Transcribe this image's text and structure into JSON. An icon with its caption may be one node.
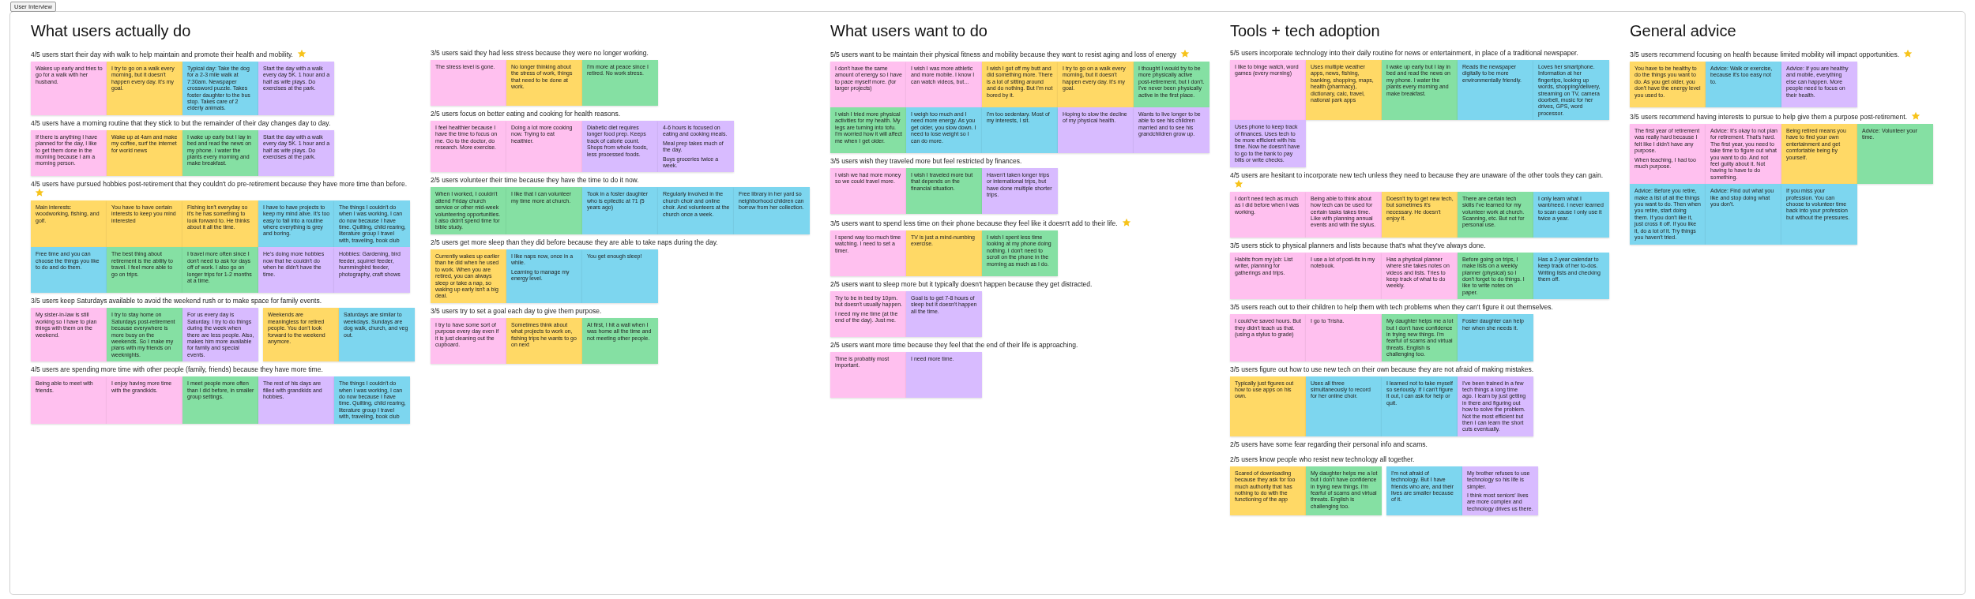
{
  "diagram": {
    "nodes": [
      {
        "text": [
          "User Interview"
        ]
      },
      {
        "text": [
          "Wakes up early and tries to go for a walk with her husband."
        ],
        "in": 0
      },
      {
        "text": [
          "I try to go on a walk every morning, but it doesn't happen every day. It's my goal."
        ],
        "in": 0
      },
      {
        "text": [
          "Typical day: Take the dog for a 2-3 mile walk at 7:30am. Newspaper crossword puzzle. Takes foster daughter to the bus stop. Takes care of 2 elderly animals."
        ],
        "in": 0
      },
      {
        "text": [
          "Start the day with a walk every day 5K. 1 hour and a half as wife plays. Do exercises at the park."
        ],
        "in": 0
      },
      {
        "text": [
          "If there is anything I have planned for the day, I like to get them done in the morning because I am a morning person."
        ],
        "in": 0
      },
      {
        "text": [
          "Wake up at 4am and make my coffee, surf the internet for world news"
        ],
        "in": 0
      },
      {
        "text": [
          "I wake up early but I lay in bed and read the news on my phone. I water the plants every morning and make breakfast."
        ],
        "in": 0
      },
      {
        "text": [
          "Start the day with a walk every day 5K. 1 hour and a half as wife plays. Do exercises at the park."
        ],
        "in": 0
      },
      {
        "text": [
          "Main interests: woodworking, fishing, and golf."
        ],
        "in": 0
      },
      {
        "text": [
          "You have to have certain interests to keep you mind interested"
        ],
        "in": 0
      },
      {
        "text": [
          "Fishing isn't everyday so it's he has something to look forward to. He thinks about it all the time."
        ],
        "in": 0
      },
      {
        "text": [
          "I have to have projects to keep my mind alive. It's too easy to fall into a routine where everything is grey and boring."
        ],
        "in": 0
      },
      {
        "text": [
          "The things I couldn't do when I was working, I can do now because I have time. Quilting, child rearing, literature group I travel with, traveling, book club"
        ],
        "in": 0
      },
      {
        "text": [
          "Free time and you can choose the things you like to do and do them."
        ],
        "in": 0
      },
      {
        "text": [
          "The best thing about retirement is the ability to travel. I feel more able to go on trips."
        ],
        "in": 0
      },
      {
        "text": [
          "I travel more often since I don't need to ask for days off of work. I also go on longer trips for 1-2 months at a time."
        ],
        "in": 0
      },
      {
        "text": [
          "He's doing more hobbies now that he couldn't do when he didn't have the time."
        ],
        "in": 0
      },
      {
        "text": [
          "Hobbies: Gardening, bird feeder, squirrel feeder, hummingbird feeder, photography, craft shows"
        ],
        "in": 0
      },
      {
        "text": [
          "My sister-in-law is still working so I have to plan things with them on the weekend."
        ],
        "in": 0
      },
      {
        "text": [
          "I try to stay home on Saturdays post-retirement because everywhere is more busy on the weekends. So I make my plans with my friends on weeknights."
        ],
        "in": 0
      },
      {
        "text": [
          "For us every day is Saturday. I try to do things during the week when there are less people. Also, makes him more available for family and special events."
        ],
        "in": 0
      },
      {
        "text": [
          "Weekends are meaningless for retired people. You don't look forward to the weekend anymore."
        ],
        "in": 0
      },
      {
        "text": [
          "Saturdays are similar to weekdays. Sundays are dog walk, church, and veg out."
        ],
        "in": 0
      },
      {
        "text": [
          "Being able to meet with friends."
        ],
        "in": 0
      },
      {
        "text": [
          "I enjoy having more time with the grandkids."
        ],
        "in": 0
      },
      {
        "text": [
          "I meet people more often than I did before, in smaller group settings."
        ],
        "in": 0
      },
      {
        "text": [
          "The rest of his days are filled with grandkids and hobbies."
        ],
        "in": 0
      },
      {
        "text": [
          "The things I couldn't do when I was working, I can do now because I have time. Quilting, child rearing, literature group I travel with, traveling, book club"
        ],
        "in": 0
      },
      {
        "text": [
          "The stress level is gone."
        ],
        "in": 0
      },
      {
        "text": [
          "No longer thinking about the stress of work, things that need to be done at work."
        ],
        "in": 0
      },
      {
        "text": [
          "I'm more at peace since I retired. No work stress."
        ],
        "in": 0
      },
      {
        "text": [
          "I feel healthier because I have the time to focus on me. Go to the doctor, do research. More exercise."
        ],
        "in": 0
      },
      {
        "text": [
          "Doing a lot more cooking now. Trying to eat healthier."
        ],
        "in": 0
      },
      {
        "text": [
          "Diabetic diet requires longer food prep. Keeps track of calorie count. Shops from whole foods, less processed foods."
        ],
        "in": 0
      },
      {
        "text": [
          "4-6 hours is focused on eating and cooking meals.",
          "Meal prep takes much of the day.",
          "Buys groceries twice a week."
        ],
        "in": 0
      },
      {
        "text": [
          "When I worked, I couldn't attend Friday church service or other mid-week volunteering opportunities. I also didn't spend time for bible study."
        ],
        "in": 0
      },
      {
        "text": [
          "I like that I can volunteer my time more at church."
        ],
        "in": 0
      },
      {
        "text": [
          "Took in a foster daughter who is epilectic at 71 (5 years ago)"
        ],
        "in": 0
      },
      {
        "text": [
          "Regularly involved in the church choir and online choir. And volunteers at the church once a week."
        ],
        "in": 0
      },
      {
        "text": [
          "Free library in her yard so neighborhood children can borrow from her collection."
        ],
        "in": 0
      },
      {
        "text": [
          "Currently wakes up earlier than he did when he used to work. When you are retired, you can always sleep or take a nap, so waking up early isn't a big deal."
        ],
        "in": 0
      },
      {
        "text": [
          "I like naps now, once in a while.",
          "Learning to manage my energy level."
        ],
        "in": 0
      },
      {
        "text": [
          "You get enough sleep!"
        ],
        "in": 0
      },
      {
        "text": [
          "I try to have some sort of purpose every day even if it is just cleaning out the cupboard."
        ],
        "in": 0
      },
      {
        "text": [
          "Sometimes think about what projects to work on, fishing trips he wants to go on next"
        ],
        "in": 0
      },
      {
        "text": [
          "At first, I hit a wall when I was home all the time and not meeting other people."
        ],
        "in": 0
      },
      {
        "text": [
          "I don't have the same amount of energy so I have to pace myself more. (for larger projects)"
        ],
        "in": 0
      },
      {
        "text": [
          "I wish I was more athletic and more mobile. I know I can watch videos, but..."
        ],
        "in": 0
      },
      {
        "text": [
          "I wish I got off my butt and did something more. There is a lot of sitting around and do nothing. But I'm not bored by it."
        ],
        "in": 0
      },
      {
        "text": [
          "I try to go on a walk every morning, but it doesn't happen every day. It's my goal."
        ],
        "in": 0
      },
      {
        "text": [
          "I thought I would try to be more physically active post-retirement, but I don't. I've never been physically active in the first place."
        ],
        "in": 0
      },
      {
        "text": [
          "I wish I tried more physical activities for my health. My legs are turning into tofu. I'm worried how it will affect me when I get older."
        ],
        "in": 0
      },
      {
        "text": [
          "I weigh too much and I need more energy. As you get older, you slow down. I need to lose weight so I can do more."
        ],
        "in": 0
      },
      {
        "text": [
          "I'm too sedentary. Most of my interests, I sit."
        ],
        "in": 0
      },
      {
        "text": [
          "Hoping to slow the decline of my physical health."
        ],
        "in": 0
      },
      {
        "text": [
          "Wants to live longer to be able to see his children married and to see his grandchildren grow up."
        ],
        "in": 0
      },
      {
        "text": [
          "I wish we had more money so we could travel more."
        ],
        "in": 0
      },
      {
        "text": [
          "I wish I traveled more but that depends on the financial situation."
        ],
        "in": 0
      },
      {
        "text": [
          "Haven't taken longer trips or international trips, but have done multiple shorter trips."
        ],
        "in": 0
      },
      {
        "text": [
          "I spend way too much time watching. I need to set a timer."
        ],
        "in": 0
      },
      {
        "text": [
          "TV is just a mind-numbing exercise."
        ],
        "in": 0
      },
      {
        "text": [
          "I wish I spent less time looking at my phone doing nothing. I don't need to scroll on the phone in the morning as much as I do."
        ],
        "in": 0
      },
      {
        "text": [
          "Try to be in bed by 10pm. but doesn't usually happen.",
          "I need my me time (at the end of the day). Just me."
        ],
        "in": 0
      },
      {
        "text": [
          "Goal is to get 7-8 hours of sleep but it doesn't happen all the time."
        ],
        "in": 0
      },
      {
        "text": [
          "Time is probably most important."
        ],
        "in": 0
      },
      {
        "text": [
          "I need more time."
        ],
        "in": 0
      },
      {
        "text": [
          "I like to binge watch, word games (every morning)"
        ],
        "in": 0
      },
      {
        "text": [
          "Uses multiple weather apps, news, fishing, banking, shopping, maps, health (pharmacy), dictionary, calc, travel, national park apps"
        ],
        "in": 0
      },
      {
        "text": [
          "I wake up early but I lay in bed and read the news on my phone. I water the plants every morning and make breakfast."
        ],
        "in": 0
      },
      {
        "text": [
          "Reads the newspaper digitally to be more environmentally friendly."
        ],
        "in": 0
      },
      {
        "text": [
          "Loves her smartphone. Information at her fingertips, looking up words, shopping/delivery, streaming on TV, camera doorbell, music for her drives, GPS, word processor."
        ],
        "in": 0
      },
      {
        "text": [
          "Uses phone to keep track of finances. Uses tech to be more efficient with his time. Now he doesn't have to go to the bank to pay bills or write checks."
        ],
        "in": 0
      },
      {
        "text": [
          "I don't need tech as much as I did before when I was working."
        ],
        "in": 0
      },
      {
        "text": [
          "Being able to think about how tech can be used for certain tasks takes time. Like with planning annual events and with the stylus."
        ],
        "in": 0
      },
      {
        "text": [
          "Doesn't try to get new tech, but sometimes it's necessary. He doesn't enjoy it."
        ],
        "in": 0
      },
      {
        "text": [
          "There are certain tech skills I've learned for my volunteer work at church. Scanning, etc. But not for personal use."
        ],
        "in": 0
      },
      {
        "text": [
          "I only learn what I want/need. I never learned to scan cause I only use it twice a year."
        ],
        "in": 0
      },
      {
        "text": [
          "Habits from my job: List writer, planning for gatherings and trips."
        ],
        "in": 0
      },
      {
        "text": [
          "I use a lot of post-its in my notebook."
        ],
        "in": 0
      },
      {
        "text": [
          "Has a physical planner where she takes notes on videos and lists. Tries to keep track of what to do weekly."
        ],
        "in": 0
      },
      {
        "text": [
          "Before going on trips, I make lists on a weekly planner (physical) so I don't forget to do things. I like to write notes on paper."
        ],
        "in": 0
      },
      {
        "text": [
          "Has a 2-year calendar to keep track of her to-dos. Writing lists and checking them off."
        ],
        "in": 0
      },
      {
        "text": [
          "I could've saved hours. But they didn't teach us that. (using a stylus to grade)"
        ],
        "in": 0
      },
      {
        "text": [
          "I go to Trisha."
        ],
        "in": 0
      },
      {
        "text": [
          "My daughter helps me a lot but I don't have confidence in trying new things. I'm fearful of scams and virtual threats. English is challenging too."
        ],
        "in": 0
      },
      {
        "text": [
          "Foster daughter can help her when she needs it."
        ],
        "in": 0
      },
      {
        "text": [
          "Typically just figures out how to use apps on his own."
        ],
        "in": 0
      },
      {
        "text": [
          "Uses all three simultaneously to record for her online choir."
        ],
        "in": 0
      },
      {
        "text": [
          "I learned not to take myself so seriously. If I can't figure it out, I can ask for help or quit."
        ],
        "in": 0
      },
      {
        "text": [
          "I've been trained in a few tech things a long time ago. I learn by just getting in there and figuring out how to solve the problem. Not the most efficient but then I can learn the short cuts eventually."
        ],
        "in": 0
      },
      {
        "text": [
          "Scared of downloading because they ask for too much authority that has nothing to do with the functioning of the app"
        ],
        "in": 0
      },
      {
        "text": [
          "My daughter helps me a lot but I don't have confidence in trying new things. I'm fearful of scams and virtual threats. English is challenging too."
        ],
        "in": 0
      },
      {
        "text": [
          "I'm not afraid of technology. But I have friends who are, and their lives are smaller because of it."
        ],
        "in": 0
      },
      {
        "text": [
          "My brother refuses to use technology so his life is simpler.",
          "I think most seniors' lives are more complex and technology drives us there."
        ],
        "in": 0
      },
      {
        "text": [
          "You have to be healthy to do the things you want to do. As you get older, you don't have the energy level you used to."
        ],
        "in": 0
      },
      {
        "text": [
          "Advice: Walk or exercise, because it's too easy not to."
        ],
        "in": 0
      },
      {
        "text": [
          "Advice: If you are healthy and mobile, everything else can happen. More people need to focus on their health."
        ],
        "in": 0
      },
      {
        "text": [
          "The first year of retirement was really hard because I felt like I didn't have any purpose.",
          "When teaching, I had too much purpose."
        ],
        "in": 0
      },
      {
        "text": [
          "Advice: It's okay to not plan for retirement. That's hard. The first year, you need to take time to figure out what you want to do. And not feel guilty about it. Not having to have to do something."
        ],
        "in": 0
      },
      {
        "text": [
          "Being retired means you have to find your own entertainment and get comfortable being by yourself."
        ],
        "in": 0
      },
      {
        "text": [
          "Advice: Volunteer your time."
        ],
        "in": 0
      },
      {
        "text": [
          "Advice: Before you retire, make a list of all the things you want to do. Then when you retire, start doing them. If you don't like it, just cross it off. If you like it, do a lot of it. Try things you haven't tried."
        ],
        "in": 0
      },
      {
        "text": [
          "Advice: Find out what you like and stop doing what you don't."
        ],
        "in": 0
      },
      {
        "text": [
          "If you miss your profession. You can choose to volunteer time back into your profession but without the pressures."
        ],
        "in": 0
      }
    ],
    "labels": [
      "What users actually do",
      "4/5 users start their day with walk to help maintain and promote their health and mobility.",
      "4/5 users have a morning routine that they stick to but the remainder of their day changes day to day.",
      "4/5 users have pursued hobbies post-retirement that they couldn't do pre-retirement because they have more time than before.",
      "3/5 users keep Saturdays available to avoid the weekend rush or to make space for family events.",
      "4/5 users are spending more time with other people (family, friends) because they have more time.",
      "3/5 users said they had less stress because they were no longer working.",
      "2/5 users focus on better eating and cooking for health reasons.",
      "2/5 users volunteer their time because they have the time to do it now.",
      "2/5 users get more sleep than they did before because they are able to take naps during the day.",
      "3/5 users try to set a goal each day to give them purpose.",
      "What users want to do",
      "5/5 users want to be maintain their physical fitness and mobility because they want to resist aging and loss of energy",
      "3/5 users wish they traveled more but feel restricted by finances.",
      "3/5 users want to spend less time on their phone because they feel like it doesn't add to their life.",
      "2/5 users want to sleep more but it typically doesn't happen because they get distracted.",
      "2/5 users want more time because they feel that the end of their life is approaching.",
      "Tools + tech adoption",
      "5/5 users incorporate technology into their daily routine for news or entertainment, in place of a traditional newspaper.",
      "4/5 users are hesitant to incorporate new tech unless they need to because they are unaware of the other tools they can gain.",
      "3/5 users stick to physical planners and lists because that's what they've always done.",
      "3/5 users reach out to their children to help them with tech problems when they can't figure it out themselves.",
      "3/5 users figure out how to use new tech on their own because they are not afraid of making mistakes.",
      "2/5 users have some fear regarding their personal info and scams.",
      "2/5 users know people who resist new technology all together.",
      "General advice",
      "3/5 users recommend focusing on health because limited mobility will impact opportunities.",
      "3/5 users recommend having interests to pursue to help give them a purpose post-retirement."
    ]
  }
}
